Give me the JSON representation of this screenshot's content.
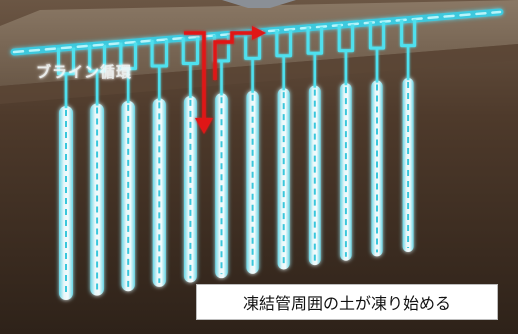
{
  "diagram": {
    "flow_label": "ブライン循環",
    "caption": "凍結管周囲の土が凍り始める",
    "colors": {
      "soil_deep": "#3a2a1e",
      "soil_mid": "#5a4331",
      "surface": "#7c6a58",
      "brine_pipe": "#4fe0ee",
      "frozen_column": "#cfe8ec",
      "flow_arrow": "#e01818"
    },
    "freeze_pipe_count": 12
  }
}
